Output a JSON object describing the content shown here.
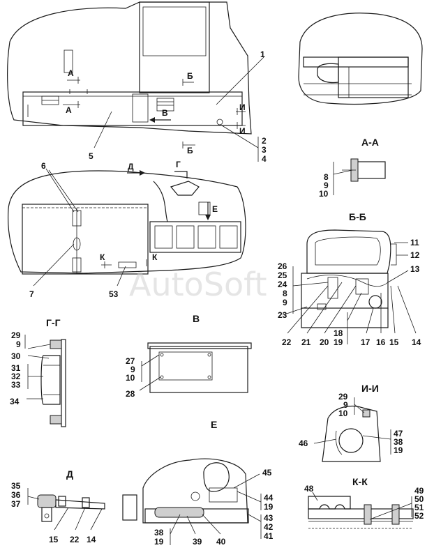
{
  "section_titles": {
    "aa": "А-А",
    "bb": "Б-Б",
    "gg": "Г-Г",
    "v": "В",
    "ii": "И-И",
    "e": "Е",
    "d": "Д",
    "kk": "К-К"
  },
  "view_markers": {
    "a1": "А",
    "a2": "А",
    "b1": "Б",
    "b2": "Б",
    "v": "В",
    "i1": "И",
    "i2": "И",
    "d": "Д",
    "g": "Г",
    "e": "Е",
    "k1": "К",
    "k2": "К"
  },
  "callouts": {
    "c1": "1",
    "c5": "5",
    "c2": "2",
    "c3": "3",
    "c4": "4",
    "c6": "6",
    "c7": "7",
    "c53": "53",
    "c8": "8",
    "c9": "9",
    "c10": "10",
    "c11": "11",
    "c12": "12",
    "c13": "13",
    "c26": "26",
    "c25": "25",
    "c24": "24",
    "bb8": "8",
    "bb9": "9",
    "c23": "23",
    "c22": "22",
    "c21": "21",
    "c20": "20",
    "c18": "18",
    "c19": "19",
    "c17": "17",
    "c16": "16",
    "c15": "15",
    "c14": "14",
    "g29": "29",
    "g9": "9",
    "c30": "30",
    "c31": "31",
    "c32": "32",
    "c33": "33",
    "c34": "34",
    "c27": "27",
    "v9": "9",
    "v10": "10",
    "c28": "28",
    "i29": "29",
    "i9": "9",
    "i10": "10",
    "c47": "47",
    "c38": "38",
    "i19": "19",
    "c46": "46",
    "c35": "35",
    "c36": "36",
    "c37": "37",
    "d15": "15",
    "d22": "22",
    "d14": "14",
    "c45": "45",
    "c44": "44",
    "e19": "19",
    "c43": "43",
    "c42": "42",
    "c41": "41",
    "e38": "38",
    "e19b": "19",
    "c39": "39",
    "c40": "40",
    "c48": "48",
    "c49": "49",
    "c50": "50",
    "c51": "51",
    "c52": "52"
  },
  "watermark": "AutoSoft"
}
